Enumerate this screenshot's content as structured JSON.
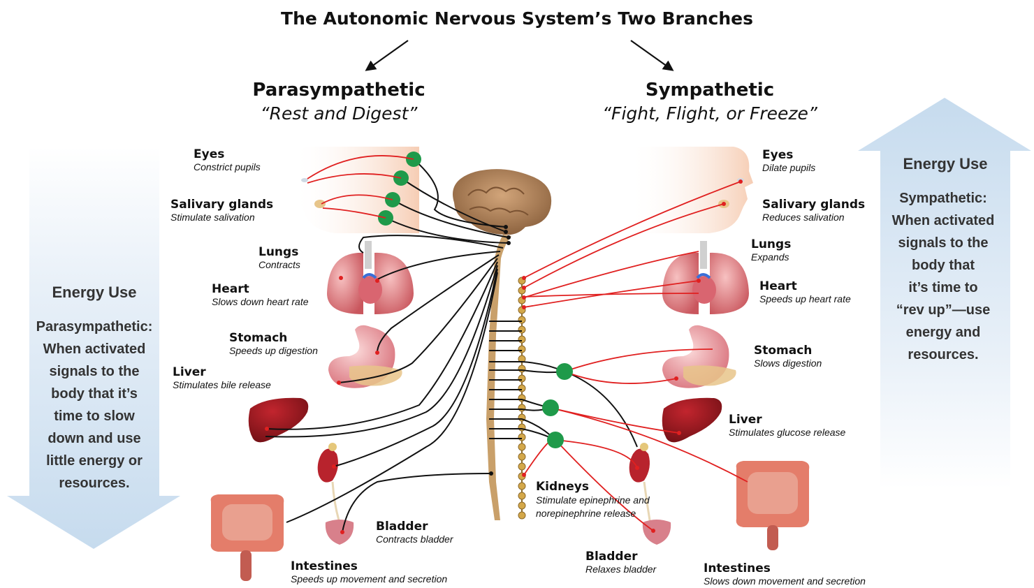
{
  "title": "The Autonomic Nervous System’s Two Branches",
  "parasympathetic": {
    "name": "Parasympathetic",
    "tagline": "“Rest and Digest”",
    "energy": {
      "title": "Energy Use",
      "lines": [
        "Parasympathetic:",
        "When activated",
        "signals to the",
        "body that it’s",
        "time to slow",
        "down and use",
        "little energy or",
        "resources."
      ]
    },
    "organs": [
      {
        "key": "eyes",
        "name": "Eyes",
        "effect": "Constrict pupils"
      },
      {
        "key": "salivary",
        "name": "Salivary glands",
        "effect": "Stimulate salivation"
      },
      {
        "key": "lungs",
        "name": "Lungs",
        "effect": "Contracts"
      },
      {
        "key": "heart",
        "name": "Heart",
        "effect": "Slows down heart rate"
      },
      {
        "key": "stomach",
        "name": "Stomach",
        "effect": "Speeds up digestion"
      },
      {
        "key": "liver",
        "name": "Liver",
        "effect": "Stimulates bile release"
      },
      {
        "key": "bladder",
        "name": "Bladder",
        "effect": "Contracts bladder"
      },
      {
        "key": "intestines",
        "name": "Intestines",
        "effect": "Speeds up movement and secretion"
      }
    ]
  },
  "sympathetic": {
    "name": "Sympathetic",
    "tagline": "“Fight, Flight, or Freeze”",
    "energy": {
      "title": "Energy Use",
      "lines": [
        "Sympathetic:",
        "When activated",
        "signals to the",
        "body that",
        "it’s time to",
        "“rev up”—use",
        "energy and",
        "resources."
      ]
    },
    "organs": [
      {
        "key": "eyes",
        "name": "Eyes",
        "effect": "Dilate pupils"
      },
      {
        "key": "salivary",
        "name": "Salivary glands",
        "effect": "Reduces salivation"
      },
      {
        "key": "lungs",
        "name": "Lungs",
        "effect": "Expands"
      },
      {
        "key": "heart",
        "name": "Heart",
        "effect": "Speeds up heart rate"
      },
      {
        "key": "stomach",
        "name": "Stomach",
        "effect": "Slows digestion"
      },
      {
        "key": "liver",
        "name": "Liver",
        "effect": "Stimulates glucose release"
      },
      {
        "key": "kidneys",
        "name": "Kidneys",
        "effect": "Stimulate epinephrine and norepinephrine release"
      },
      {
        "key": "bladder",
        "name": "Bladder",
        "effect": "Relaxes bladder"
      },
      {
        "key": "intestines",
        "name": "Intestines",
        "effect": "Slows down movement and secretion"
      }
    ]
  },
  "colors": {
    "nerve_para": "#111111",
    "nerve_symp": "#e02020",
    "ganglion": "#1f9a4a",
    "brain": "#b98a5e",
    "spine": "#c9a06a",
    "chain": "#d4a84a",
    "arrow_fill": "#cfe0ef",
    "organ_red": "#b81e26",
    "organ_pink": "#e98b8e",
    "skin": "#f8dcc8"
  }
}
